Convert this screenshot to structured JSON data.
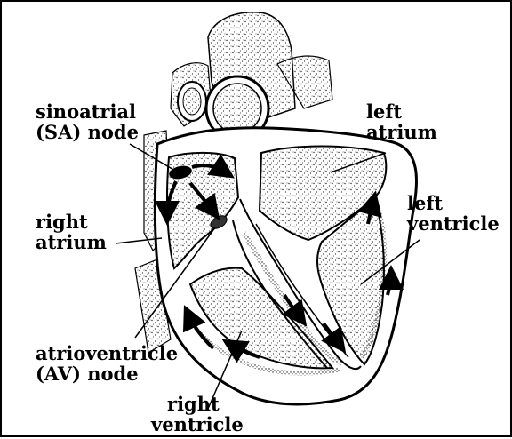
{
  "labels": {
    "sa_node": [
      "sinoatrial",
      "(SA) node"
    ],
    "left_atrium": [
      "left",
      "atrium"
    ],
    "right_atrium": [
      "right",
      "atrium"
    ],
    "left_ventricle": [
      "left",
      "ventricle"
    ],
    "av_node": [
      "atrioventricle",
      "(AV) node"
    ],
    "right_ventricle": [
      "right",
      "ventricle"
    ]
  }
}
